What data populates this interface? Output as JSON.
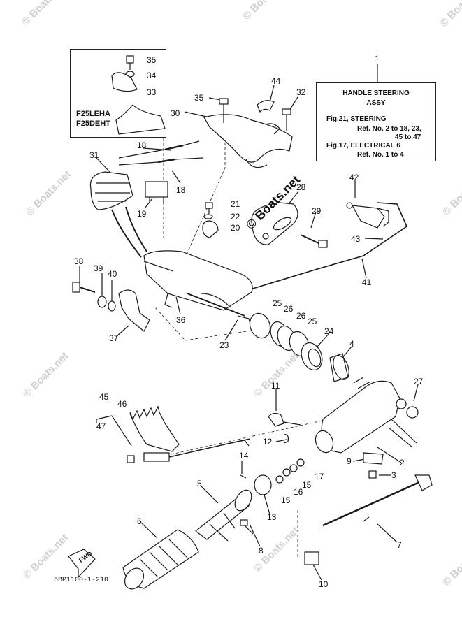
{
  "inset": {
    "model_1": "F25LEHA",
    "model_2": "F25DEHT"
  },
  "reference_box": {
    "title_line1": "HANDLE STEERING",
    "title_line2": "ASSY",
    "line1": "Fig.21, STEERING",
    "line2": "Ref. No. 2 to 18, 23,",
    "line3": "45 to 47",
    "line4": "Fig.17, ELECTRICAL 6",
    "line5": "Ref. No. 1 to 4"
  },
  "part_labels": {
    "p1": "1",
    "p2": "2",
    "p3": "3",
    "p4": "4",
    "p5": "5",
    "p6": "6",
    "p7": "7",
    "p8": "8",
    "p9": "9",
    "p10": "10",
    "p11": "11",
    "p12": "12",
    "p13": "13",
    "p14": "14",
    "p15a": "15",
    "p15b": "15",
    "p16": "16",
    "p17": "17",
    "p18a": "18",
    "p18b": "18",
    "p19": "19",
    "p20": "20",
    "p21": "21",
    "p22": "22",
    "p23": "23",
    "p24": "24",
    "p25a": "25",
    "p25b": "25",
    "p26a": "26",
    "p26b": "26",
    "p27": "27",
    "p28": "28",
    "p29": "29",
    "p30": "30",
    "p31": "31",
    "p32": "32",
    "p33": "33",
    "p34": "34",
    "p35a": "35",
    "p35b": "35",
    "p36": "36",
    "p37": "37",
    "p38": "38",
    "p39": "39",
    "p40": "40",
    "p41": "41",
    "p42": "42",
    "p43": "43",
    "p44": "44",
    "p45": "45",
    "p46": "46",
    "p47": "47"
  },
  "fwd_label": "FWD",
  "diagram_code": "6BP1100-1-210",
  "watermarks": {
    "small": "© Boats.net",
    "large": "© Boats.net"
  }
}
